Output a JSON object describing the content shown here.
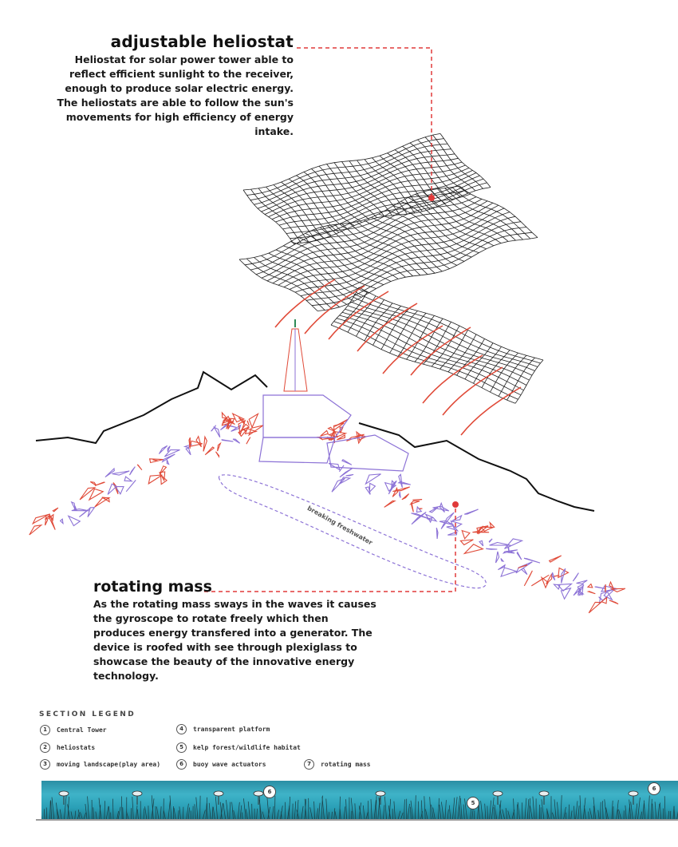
{
  "heliostat": {
    "title": "adjustable heliostat",
    "description": "Heliostat for solar power tower able to reflect efficient sunlight to the receiver, enough to produce solar electric energy. The heliostats are able to follow the sun's movements for high efficiency of energy intake."
  },
  "rotating_mass": {
    "title": "rotating mass",
    "description": "As the rotating mass sways in the waves it causes the gyroscope to rotate freely which then produces energy transfered into a generator. The device is roofed with see through plexiglass to showcase the beauty of the innovative energy technology."
  },
  "wave_label": "breaking freshwater",
  "legend": {
    "heading": "SECTION LEGEND",
    "items": [
      {
        "num": "1",
        "label": "Central Tower"
      },
      {
        "num": "2",
        "label": "heliostats"
      },
      {
        "num": "3",
        "label": "moving landscape(play area)"
      },
      {
        "num": "4",
        "label": "transparent platform"
      },
      {
        "num": "5",
        "label": "kelp forest/wildlife habitat"
      },
      {
        "num": "6",
        "label": "buoy wave actuators"
      },
      {
        "num": "7",
        "label": "rotating mass"
      }
    ]
  },
  "section_markers": [
    "6",
    "5",
    "6"
  ],
  "colors": {
    "leader": "#e03a3a",
    "wire_grey": "#1d1d1d",
    "wire_red": "#e04a38",
    "wire_purple": "#8c72d6",
    "water": "#3fb3c8"
  }
}
